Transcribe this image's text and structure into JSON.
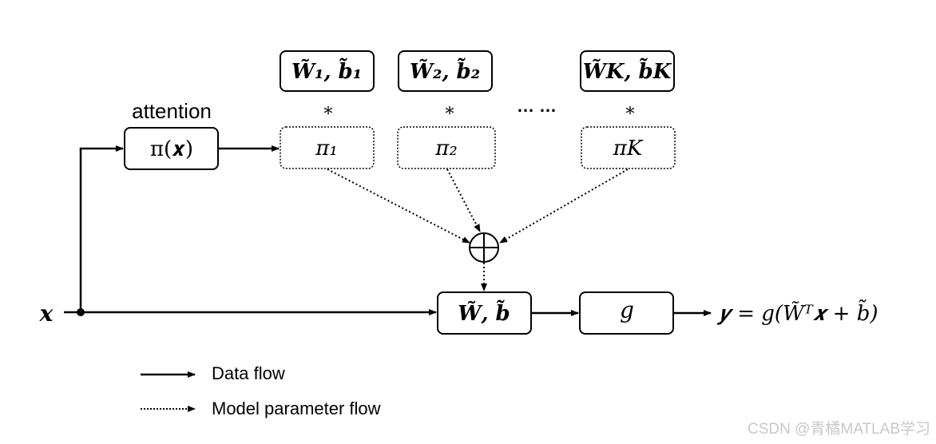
{
  "attention_label": "attention",
  "attention_fn": "π(𝒙)",
  "input_symbol": "𝒙",
  "kernels": [
    {
      "weight": "W̃₁, b̃₁",
      "star": "*",
      "pi": "π₁"
    },
    {
      "weight": "W̃₂, b̃₂",
      "star": "*",
      "pi": "π₂"
    },
    {
      "weight": "W̃K, b̃K",
      "star": "*",
      "pi": "πK"
    }
  ],
  "ellipsis": "… …",
  "aggregate_symbol": "⊕",
  "combined_box": "W̃, b̃",
  "activation_box": "g",
  "output_formula": "𝒚 = g(W̃ᵀ𝒙 + b̃)",
  "legend": {
    "data_flow": "Data flow",
    "param_flow": "Model parameter flow"
  },
  "watermark": "CSDN @青橘MATLAB学习"
}
